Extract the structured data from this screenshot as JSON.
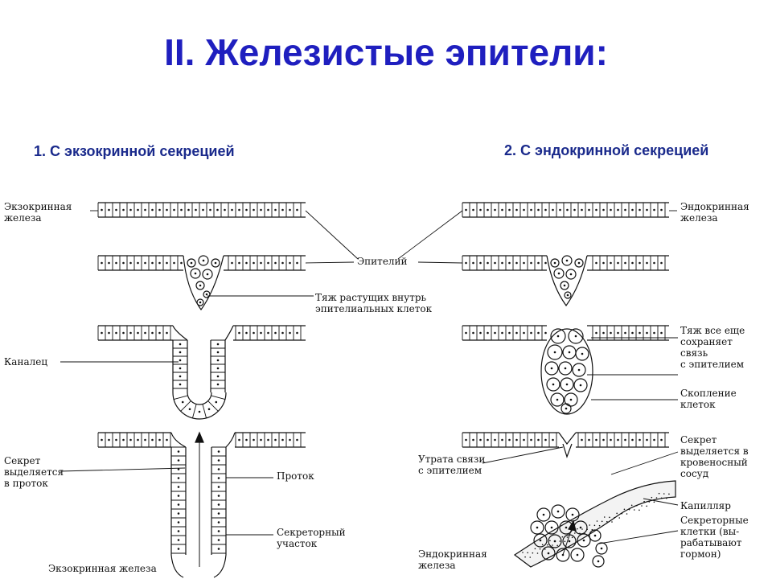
{
  "title": "II. Железистые эпители:",
  "sections": {
    "exocrine": "1. С экзокринной секрецией",
    "endocrine": "2. С эндокринной секрецией"
  },
  "labels": {
    "exo_gland_line1": "Экзокринная",
    "exo_gland_line2": "железа",
    "endo_gland_line1": "Эндокринная",
    "endo_gland_line2": "железа",
    "epithelium": "Эпителий",
    "cord_line1": "Тяж растущих внутрь",
    "cord_line2": "эпителиальных клеток",
    "canal": "Каналец",
    "cord_keeps_line1": "Тяж все еще",
    "cord_keeps_line2": "сохраняет",
    "cord_keeps_line3": "связь",
    "cord_keeps_line4": "с эпителием",
    "cluster_line1": "Скопление",
    "cluster_line2": "клеток",
    "secret_duct_line1": "Секрет",
    "secret_duct_line2": "выделяется",
    "secret_duct_line3": "в проток",
    "duct": "Проток",
    "secretory_line1": "Секреторный",
    "secretory_line2": "участок",
    "exo_gland_bottom": "Экзокринная железа",
    "lost_link_line1": "Утрата связи",
    "lost_link_line2": "с эпителием",
    "secret_blood_line1": "Секрет",
    "secret_blood_line2": "выделяется в",
    "secret_blood_line3": "кровеносный",
    "secret_blood_line4": "сосуд",
    "capillary": "Капилляр",
    "secretory_cells_line1": "Секреторные",
    "secretory_cells_line2": "клетки (вы-",
    "secretory_cells_line3": "рабатывают",
    "secretory_cells_line4": "гормон)",
    "endo_gland_bottom_line1": "Эндокринная",
    "endo_gland_bottom_line2": "железа"
  },
  "colors": {
    "title": "#1f1fbf",
    "subtitle": "#1a2a8c",
    "ink": "#111111"
  }
}
